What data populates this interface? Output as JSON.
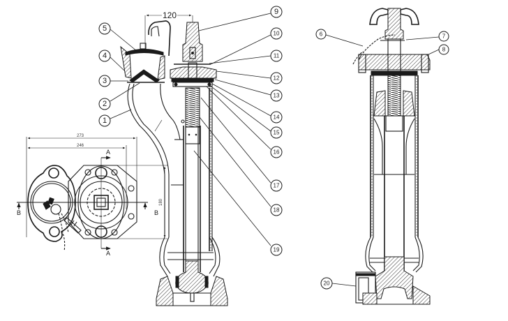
{
  "drawing": {
    "title": "Hydrant assembly technical drawing",
    "views": [
      "section-side",
      "section-front",
      "plan-top"
    ]
  },
  "dimensions": {
    "spacing_top": "120",
    "overall_width": "273",
    "flange_width": "246",
    "flange_height": "180"
  },
  "section_markers": {
    "a_top": "A",
    "a_bottom": "A",
    "b_left": "B",
    "b_right": "B"
  },
  "callouts": [
    {
      "id": "1",
      "label": "1"
    },
    {
      "id": "2",
      "label": "2"
    },
    {
      "id": "3",
      "label": "3"
    },
    {
      "id": "4",
      "label": "4"
    },
    {
      "id": "5",
      "label": "5"
    },
    {
      "id": "6",
      "label": "6"
    },
    {
      "id": "7",
      "label": "7"
    },
    {
      "id": "8",
      "label": "8"
    },
    {
      "id": "9",
      "label": "9"
    },
    {
      "id": "10",
      "label": "10"
    },
    {
      "id": "11",
      "label": "11"
    },
    {
      "id": "12",
      "label": "12"
    },
    {
      "id": "13",
      "label": "13"
    },
    {
      "id": "14",
      "label": "14"
    },
    {
      "id": "15",
      "label": "15"
    },
    {
      "id": "16",
      "label": "16"
    },
    {
      "id": "17",
      "label": "17"
    },
    {
      "id": "18",
      "label": "18"
    },
    {
      "id": "19",
      "label": "19"
    },
    {
      "id": "20",
      "label": "20"
    }
  ],
  "colors": {
    "line": "#1a1a1a",
    "background": "#ffffff"
  }
}
